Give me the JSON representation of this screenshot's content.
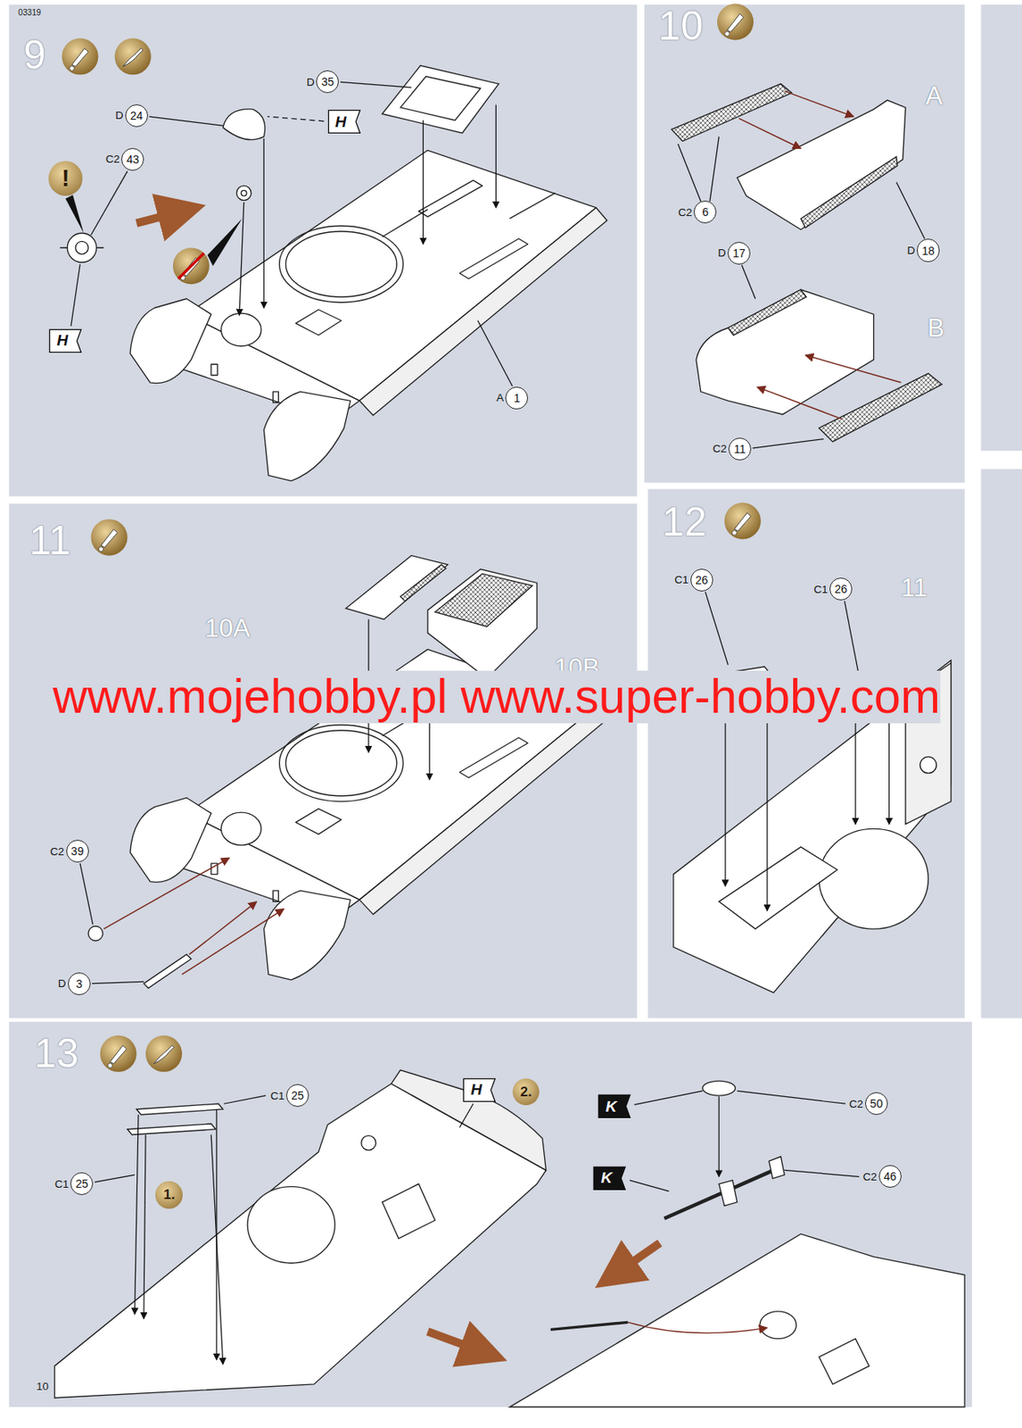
{
  "diagram": {
    "nodes": [
      {
        "text": [
          "9"
        ]
      },
      {
        "text": [
          "D",
          "35"
        ],
        "in": 0
      },
      {
        "text": [
          "D",
          "24"
        ],
        "in": 0
      },
      {
        "text": [
          "H"
        ],
        "in": 0
      },
      {
        "text": [
          "C2",
          "43"
        ],
        "in": 0
      },
      {
        "text": [
          "!"
        ],
        "in": 0
      },
      {
        "text": [
          "H"
        ],
        "in": 0
      },
      {
        "text": [
          "A",
          "1"
        ],
        "in": 0
      },
      {
        "text": [
          "10"
        ]
      },
      {
        "text": [
          "C2",
          "6"
        ],
        "in": 8
      },
      {
        "text": [
          "D",
          "18"
        ],
        "in": 8
      },
      {
        "text": [
          "D",
          "17"
        ],
        "in": 8
      },
      {
        "text": [
          "C2",
          "11"
        ],
        "in": 8
      },
      {
        "text": [
          "11"
        ]
      },
      {
        "text": [
          "C2",
          "39"
        ],
        "in": 13
      },
      {
        "text": [
          "D",
          "3"
        ],
        "in": 13
      },
      {
        "text": [
          "12"
        ]
      },
      {
        "text": [
          "C1",
          "26"
        ],
        "in": 16
      },
      {
        "text": [
          "C1",
          "26"
        ],
        "in": 16
      },
      {
        "text": [
          "13"
        ]
      },
      {
        "text": [
          "C1",
          "25"
        ],
        "in": 19
      },
      {
        "text": [
          "C1",
          "25"
        ],
        "in": 19
      },
      {
        "text": [
          "H"
        ],
        "in": 19
      },
      {
        "text": [
          "2."
        ],
        "in": 19
      },
      {
        "text": [
          "1."
        ],
        "in": 19
      },
      {
        "text": [
          "K"
        ],
        "in": 19
      },
      {
        "text": [
          "C2",
          "50"
        ],
        "in": 19
      },
      {
        "text": [
          "K"
        ],
        "in": 19
      },
      {
        "text": [
          "C2",
          "46"
        ],
        "in": 19
      }
    ],
    "labels": [
      "03319",
      "A",
      "B",
      "10A",
      "11",
      "10B",
      "www.mojehobby.pl www.super-hobby.com",
      "10"
    ]
  }
}
